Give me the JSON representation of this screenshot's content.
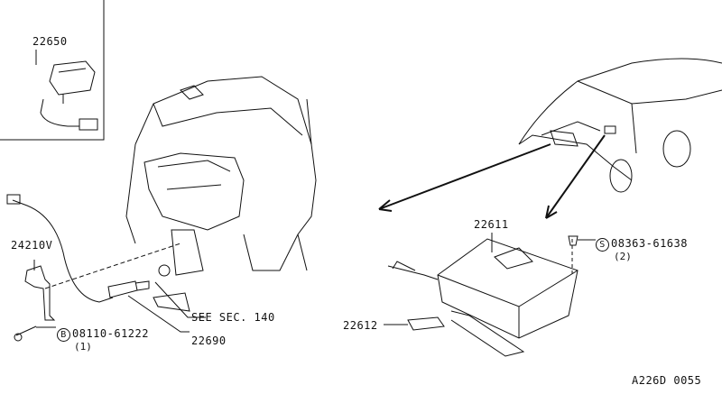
{
  "parts": {
    "p22650": "22650",
    "p24210v": "24210V",
    "bolt_b": {
      "symbol": "B",
      "number": "08110-61222",
      "qty": "(1)"
    },
    "p22690": "22690",
    "see_sec": "SEE SEC. 140",
    "p22611": "22611",
    "screw_s": {
      "symbol": "S",
      "number": "08363-61638",
      "qty": "(2)"
    },
    "p22612": "22612"
  },
  "diagram_code": "A226D 0055"
}
